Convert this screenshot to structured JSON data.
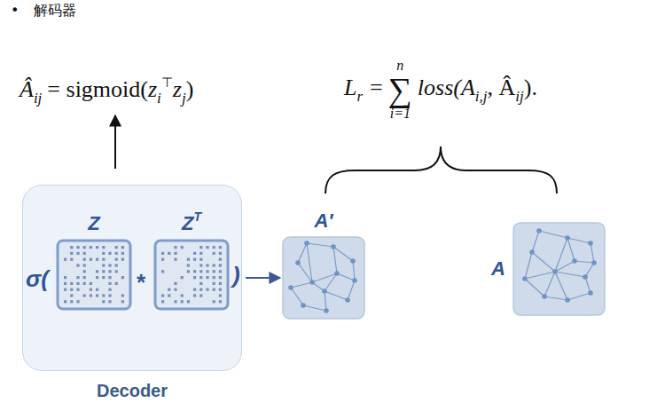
{
  "diagram": {
    "nodes": [
      {
        "text": [
          "Decoder"
        ]
      },
      {
        "text": [
          "Z"
        ],
        "in": 0
      },
      {
        "text": [
          "Z",
          "T"
        ],
        "in": 0
      },
      {
        "text": [
          "A′"
        ]
      },
      {
        "text": [
          "A"
        ]
      }
    ],
    "edges": [
      {
        "from": 0,
        "to": 3,
        "arrow": "to"
      }
    ],
    "labels": [
      "•",
      "解码器",
      "Â",
      "ij",
      "= sigmoid(",
      "z",
      "i",
      "⊤",
      "z",
      "j",
      ")",
      "L",
      "r",
      "=",
      "n",
      "∑",
      "i=1",
      "loss(A",
      "i,j",
      ", Â",
      "ij",
      ").",
      "σ(",
      "*",
      ")"
    ]
  }
}
